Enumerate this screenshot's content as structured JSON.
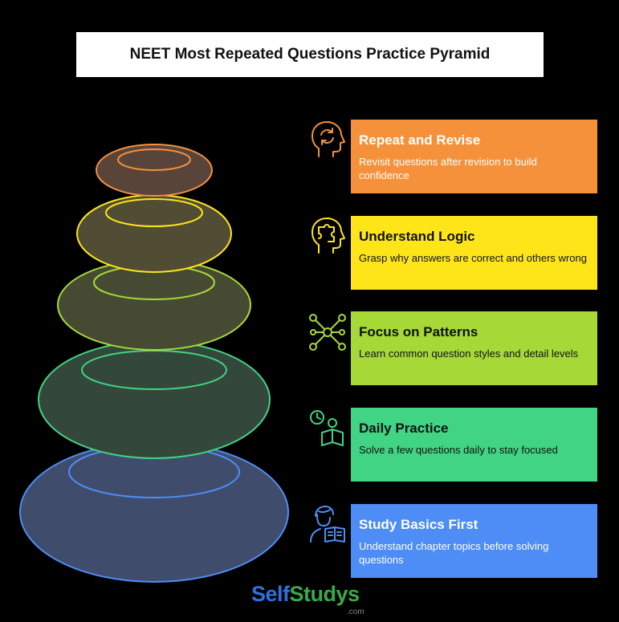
{
  "title": "NEET Most Repeated Questions Practice Pyramid",
  "steps": [
    {
      "title": "Repeat and Revise",
      "description": "Revisit questions after revision to build confidence",
      "color": "#f5913a",
      "icon": "head-cycle-icon"
    },
    {
      "title": "Understand Logic",
      "description": "Grasp why answers are correct and others wrong",
      "color": "#fde51a",
      "icon": "head-puzzle-icon"
    },
    {
      "title": "Focus on Patterns",
      "description": "Learn common question styles and detail levels",
      "color": "#a6d937",
      "icon": "network-icon"
    },
    {
      "title": "Daily Practice",
      "description": "Solve a few questions daily to stay focused",
      "color": "#41d484",
      "icon": "clock-book-icon"
    },
    {
      "title": "Study Basics First",
      "description": "Understand chapter topics before solving questions",
      "color": "#4d8df5",
      "icon": "student-reading-icon"
    }
  ],
  "logo": {
    "self": "Self",
    "studys": "Studys",
    "com": ".com"
  }
}
